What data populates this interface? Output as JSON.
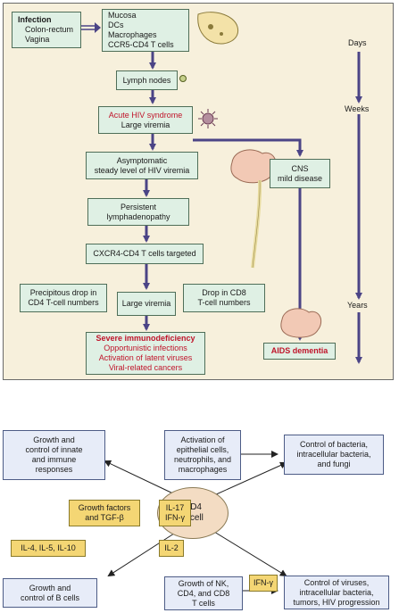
{
  "top": {
    "infection": {
      "title": "Infection",
      "items": [
        "Colon-rectum",
        "Vagina"
      ]
    },
    "mucosa": [
      "Mucosa",
      "DCs",
      "Macrophages",
      "CCR5-CD4 T cells"
    ],
    "lymph_nodes": "Lymph nodes",
    "acute": {
      "line1": "Acute HIV syndrome",
      "line2": "Large viremia"
    },
    "asymptomatic": [
      "Asymptomatic",
      "steady level of HIV viremia"
    ],
    "persistent": [
      "Persistent",
      "lymphadenopathy"
    ],
    "cxcr4": "CXCR4-CD4 T cells targeted",
    "precipitous": [
      "Precipitous drop in",
      "CD4 T-cell numbers"
    ],
    "large_viremia": "Large viremia",
    "drop_cd8": [
      "Drop in CD8",
      "T-cell numbers"
    ],
    "cns": [
      "CNS",
      "mild disease"
    ],
    "severe": {
      "title": "Severe immunodeficiency",
      "items": [
        "Opportunistic infections",
        "Activation of latent viruses",
        "Viral-related cancers"
      ]
    },
    "aids_dementia": "AIDS dementia",
    "timeline": [
      "Days",
      "Weeks",
      "Years"
    ]
  },
  "bottom": {
    "center": [
      "CD4",
      "T cell"
    ],
    "growth_innate": [
      "Growth and",
      "control of innate",
      "and immune",
      "responses"
    ],
    "activation": [
      "Activation of",
      "epithelial cells,",
      "neutrophils, and",
      "macrophages"
    ],
    "control_bacteria": [
      "Control of bacteria,",
      "intracellular bacteria,",
      "and fungi"
    ],
    "growth_factors": [
      "Growth factors",
      "and TGF-β"
    ],
    "il17": [
      "IL-17",
      "IFN-γ"
    ],
    "il4": "IL-4, IL-5, IL-10",
    "il2": "IL-2",
    "growth_b": [
      "Growth and",
      "control of B cells"
    ],
    "growth_nk": [
      "Growth of NK,",
      "CD4, and CD8",
      "T cells"
    ],
    "ifn": "IFN-γ",
    "control_viruses": [
      "Control of viruses,",
      "intracellular bacteria,",
      "tumors, HIV progression"
    ]
  },
  "colors": {
    "arrow": "#4b4486",
    "panel": "#f7f0dc",
    "green_box": "#dff0e4",
    "red_text": "#c0142a"
  }
}
